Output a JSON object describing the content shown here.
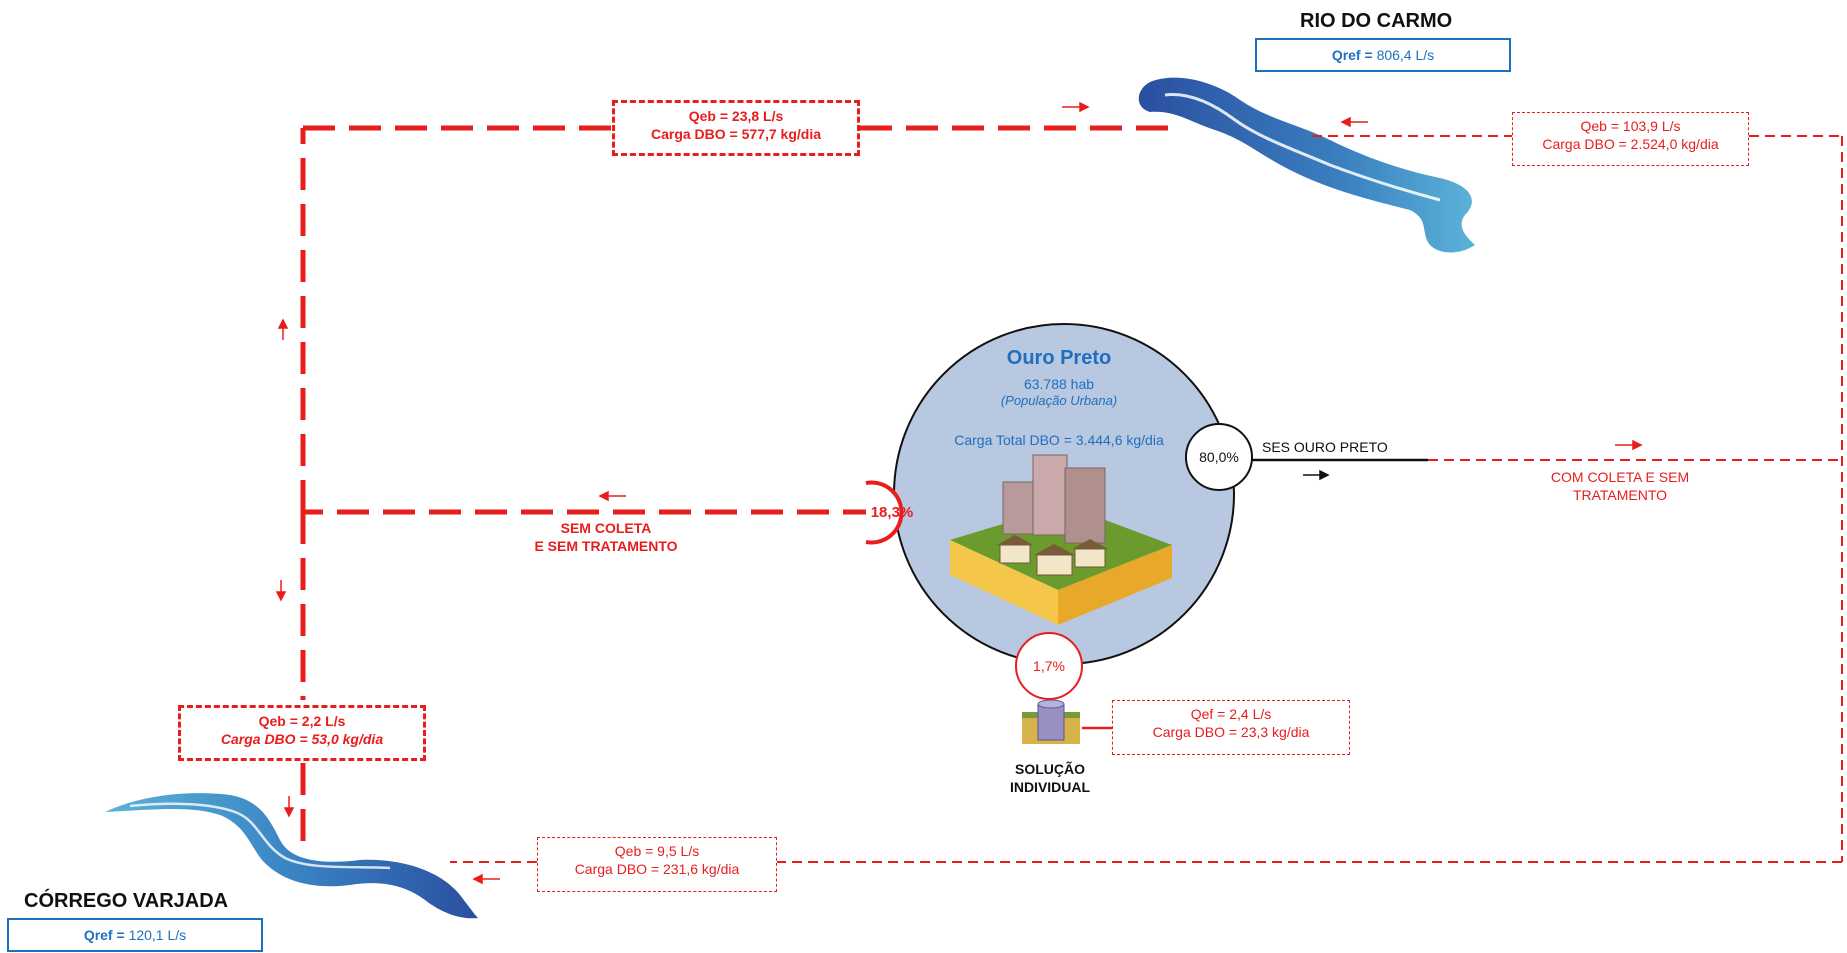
{
  "rio_do_carmo": {
    "name": "RIO DO CARMO",
    "qref_label": "Qref =",
    "qref_value": "806,4 L/s"
  },
  "corrego_varjada": {
    "name": "CÓRREGO VARJADA",
    "qref_label": "Qref =",
    "qref_value": "120,1 L/s"
  },
  "city": {
    "name": "Ouro Preto",
    "population": "63.788 hab",
    "population_note": "(População Urbana)",
    "total_load": "Carga Total DBO = 3.444,6 kg/dia"
  },
  "shares": {
    "ses": "80,0%",
    "sem_coleta": "18,3%",
    "individual": "1,7%"
  },
  "labels": {
    "ses_name": "SES OURO PRETO",
    "com_coleta_line1": "COM COLETA E SEM",
    "com_coleta_line2": "TRATAMENTO",
    "sem_coleta_line1": "SEM COLETA",
    "sem_coleta_line2": "E SEM TRATAMENTO",
    "solucao_line1": "SOLUÇÃO",
    "solucao_line2": "INDIVIDUAL"
  },
  "flows": {
    "top": {
      "q": "Qeb = 23,8 L/s",
      "load": "Carga DBO = 577,7 kg/dia"
    },
    "ses_to_carmo": {
      "q": "Qeb = 103,9 L/s",
      "load": "Carga DBO = 2.524,0 kg/dia"
    },
    "left_to_varjada": {
      "q": "Qeb = 2,2 L/s",
      "load": "Carga DBO = 53,0 kg/dia"
    },
    "bottom_to_varjada": {
      "q": "Qeb = 9,5  L/s",
      "load": "Carga DBO = 231,6 kg/dia"
    },
    "individual": {
      "q": "Qef = 2,4 L/s",
      "load": "Carga DBO = 23,3 kg/dia"
    }
  },
  "colors": {
    "flow_red": "#e81d1d",
    "qref_blue": "#1f6fbf",
    "city_circle": "#b7c8e0",
    "river_dark": "#2a5ba8",
    "river_light": "#4fa3d1"
  }
}
